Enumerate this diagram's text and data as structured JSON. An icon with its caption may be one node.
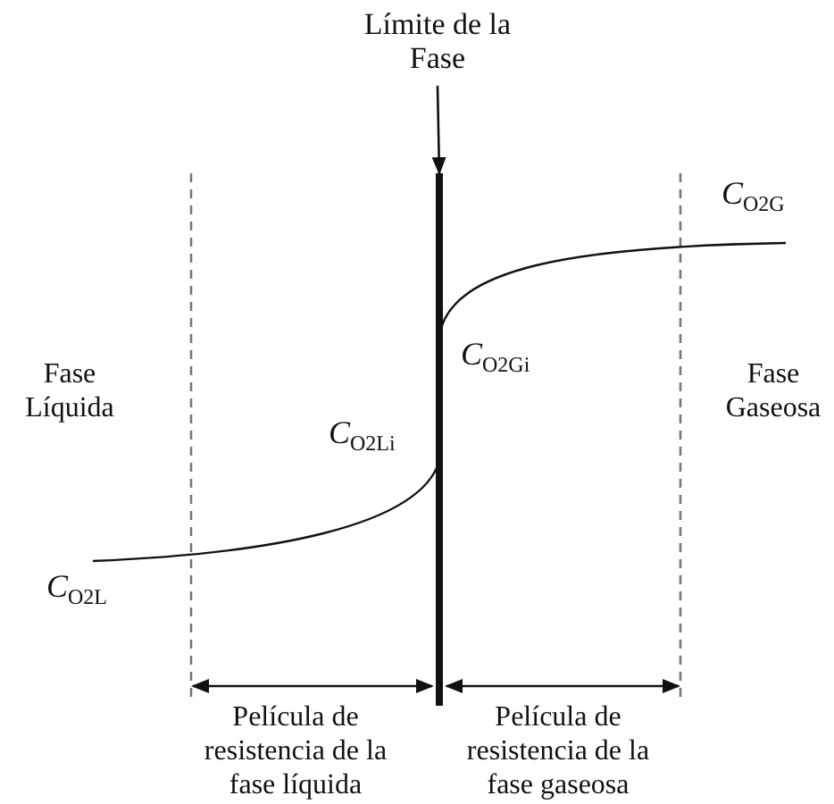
{
  "diagram": {
    "nodes": [
      {
        "text": [
          "Límite de la Fase"
        ]
      },
      {
        "text": [],
        "shape": "bar"
      }
    ],
    "edges": [
      {
        "from": 0,
        "to": 1,
        "arrow": "to"
      }
    ],
    "labels": [
      "*C*$_{O2G}$",
      "*C*$_{O2Gi}$",
      "Fase Líquida",
      "Fase Gaseosa",
      "*C*$_{O2Li}$",
      "*C*$_{O2L}$",
      "Película de resistencia de la fase líquida",
      "Película de resistencia de la fase gaseosa"
    ]
  }
}
